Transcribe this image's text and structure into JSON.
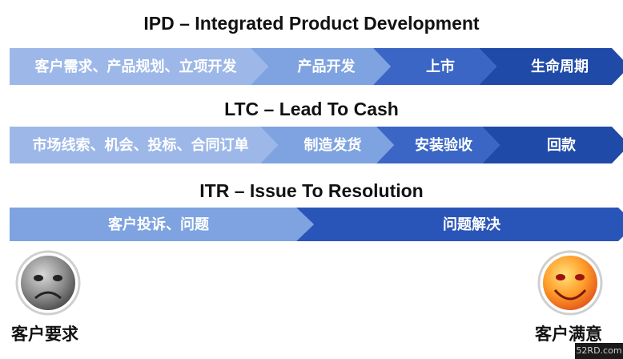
{
  "rows": [
    {
      "title": "IPD – Integrated Product Development",
      "segments": [
        {
          "label": "客户需求、产品规划、立项开发",
          "color": "#9db8e8"
        },
        {
          "label": "产品开发",
          "color": "#7ea3e0"
        },
        {
          "label": "上市",
          "color": "#3b66c6"
        },
        {
          "label": "生命周期",
          "color": "#1f4aa8"
        }
      ]
    },
    {
      "title": "LTC – Lead To Cash",
      "segments": [
        {
          "label": "市场线索、机会、投标、合同订单",
          "color": "#9db8e8"
        },
        {
          "label": "制造发货",
          "color": "#7ea3e0"
        },
        {
          "label": "安装验收",
          "color": "#3b66c6"
        },
        {
          "label": "回款",
          "color": "#1f4aa8"
        }
      ]
    },
    {
      "title": "ITR – Issue To Resolution",
      "segments": [
        {
          "label": "客户投诉、问题",
          "color": "#7ea3e0"
        },
        {
          "label": "问题解决",
          "color": "#2a55b8"
        }
      ]
    }
  ],
  "faces": {
    "left_label": "客户要求",
    "right_label": "客户满意"
  },
  "watermark": "52RD.com"
}
